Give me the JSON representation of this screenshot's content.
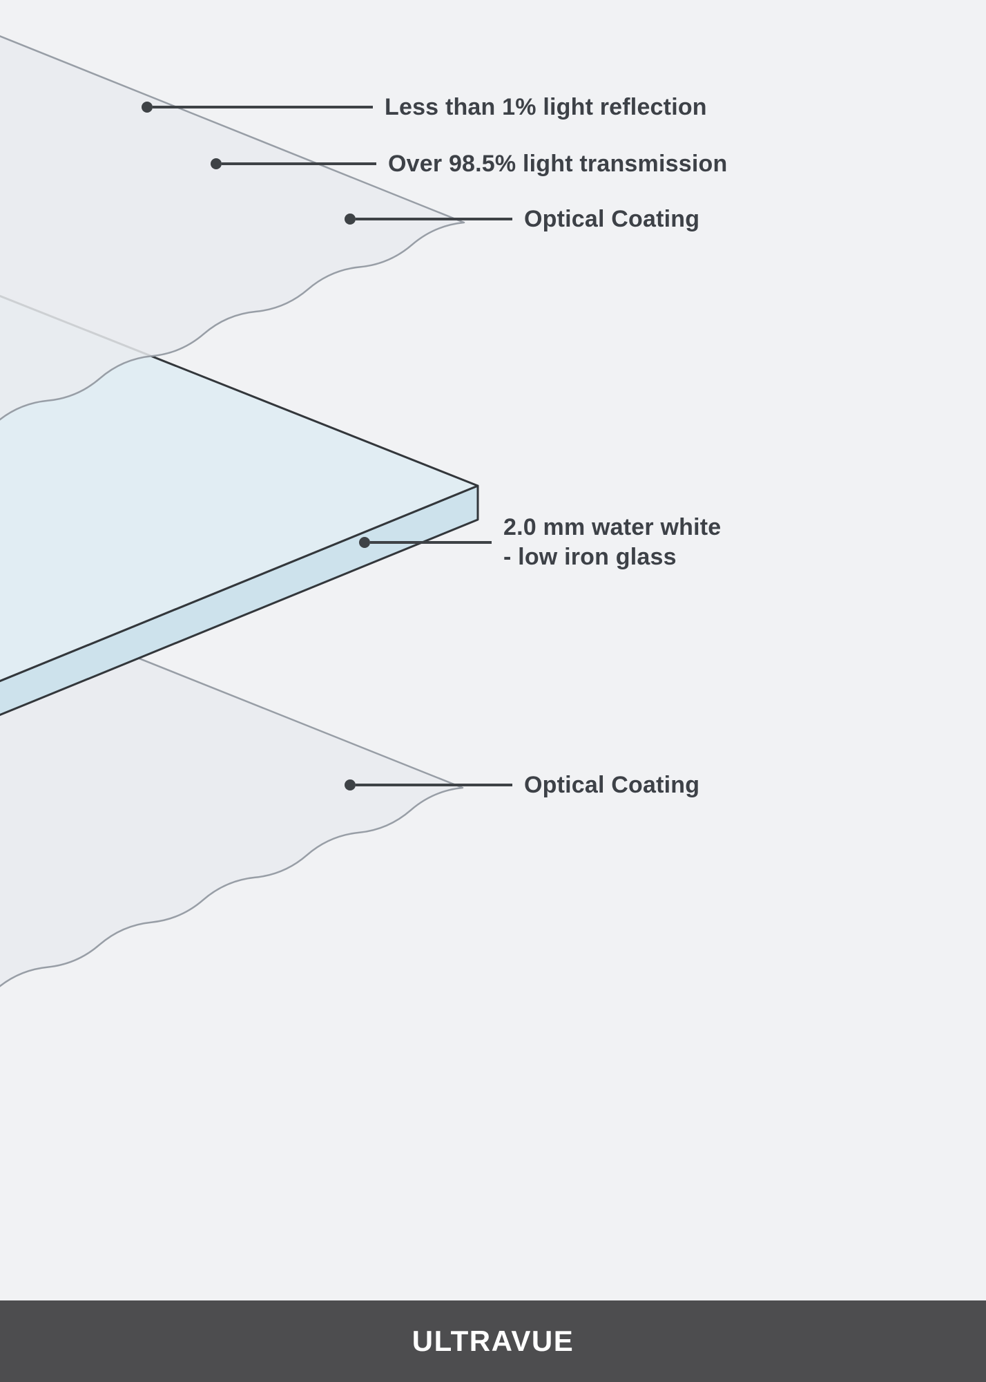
{
  "page": {
    "background": "#f1f2f4"
  },
  "colors": {
    "coating_fill": "#e9ebee",
    "coating_stroke": "#989ea6",
    "glass_top_fill": "#e1edf3",
    "glass_edge_fill": "#cde2ec",
    "glass_stroke": "#33373b",
    "callout": "#3e4246",
    "text": "#3d4147",
    "footer_bg": "#4d4d4f",
    "footer_text": "#ffffff"
  },
  "diagram": {
    "layers": [
      {
        "name": "optical-coating-top"
      },
      {
        "name": "low-iron-glass"
      },
      {
        "name": "optical-coating-bottom"
      }
    ],
    "callouts": [
      {
        "id": "reflection",
        "label": "Less than 1% light reflection"
      },
      {
        "id": "transmission",
        "label": "Over 98.5% light transmission"
      },
      {
        "id": "coating-top",
        "label": "Optical Coating"
      },
      {
        "id": "glass",
        "label": "2.0 mm water white\n- low iron glass"
      },
      {
        "id": "coating-bottom",
        "label": "Optical Coating"
      }
    ]
  },
  "footer": {
    "brand": "ULTRAVUE"
  }
}
